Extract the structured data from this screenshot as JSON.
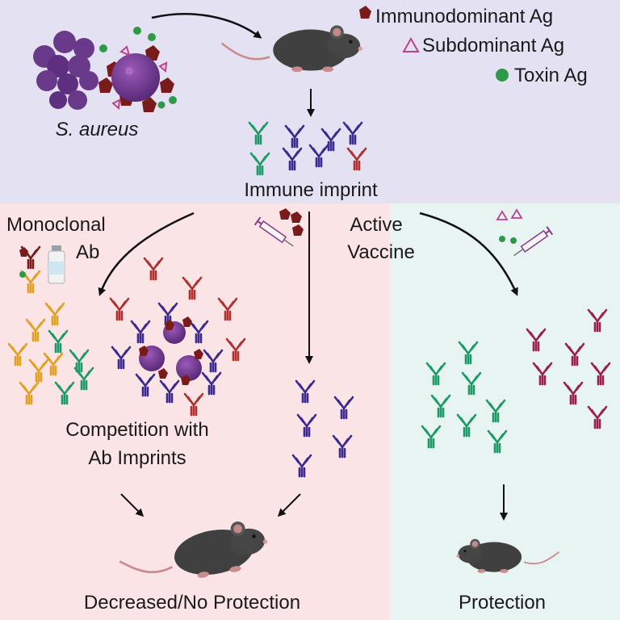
{
  "legend": {
    "immunodominant": "Immunodominant Ag",
    "subdominant": "Subdominant Ag",
    "toxin": "Toxin Ag"
  },
  "labels": {
    "bacteria": "S. aureus",
    "immune_imprint": "Immune imprint",
    "monoclonal_line1": "Monoclonal",
    "monoclonal_line2": "Ab",
    "active_line1": "Active",
    "active_line2": "Vaccine",
    "competition_line1": "Competition with",
    "competition_line2": "Ab Imprints",
    "outcome_left": "Decreased/No Protection",
    "outcome_right": "Protection"
  },
  "colors": {
    "top_bg": "#e4e1f3",
    "left_bg": "#fbe4e5",
    "right_bg": "#e7f4f2",
    "bacteria": "#6b2f8a",
    "immunodominant": "#7a1b1b",
    "subdominant": "#c0408a",
    "toxin": "#2e9a48",
    "ab_purple": "#3b2a8f",
    "ab_green": "#1e9a66",
    "ab_red": "#b03030",
    "ab_orange": "#e0a020",
    "ab_magenta": "#9b1f4f",
    "mouse": "#3f3f3f"
  }
}
